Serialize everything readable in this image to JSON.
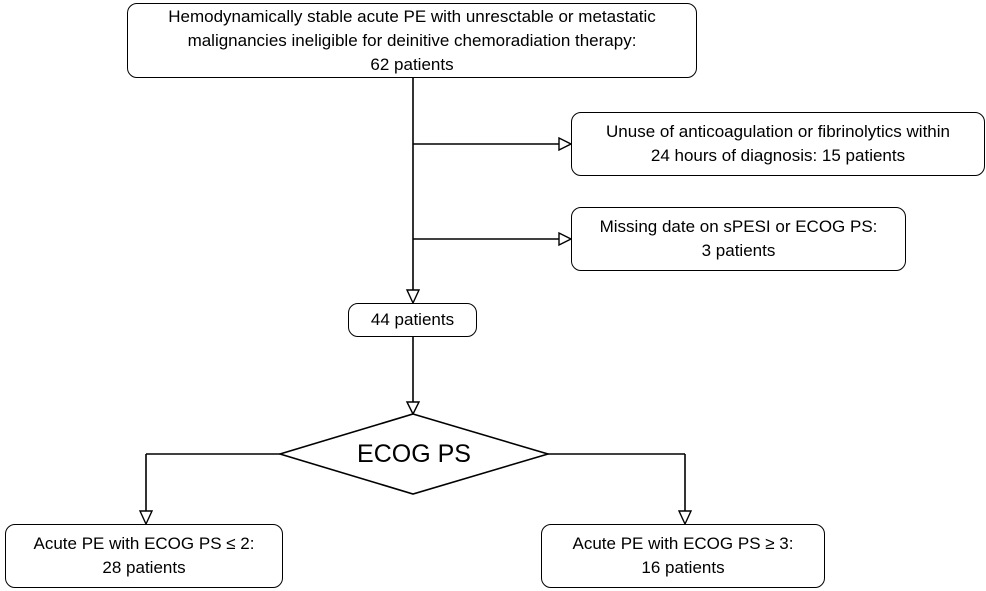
{
  "flowchart": {
    "start": {
      "lines": [
        "Hemodynamically stable acute PE with unresctable or metastatic",
        "malignancies ineligible for deinitive chemoradiation therapy:",
        "62 patients"
      ]
    },
    "exclusion_1": {
      "lines": [
        "Unuse of anticoagulation or fibrinolytics within",
        "24 hours of diagnosis: 15 patients"
      ]
    },
    "exclusion_2": {
      "lines": [
        "Missing date on sPESI or ECOG PS:",
        "3 patients"
      ]
    },
    "remaining": {
      "label": "44 patients"
    },
    "decision": {
      "label": "ECOG PS"
    },
    "group_low": {
      "lines": [
        "Acute PE with ECOG PS ≤ 2:",
        "28 patients"
      ]
    },
    "group_high": {
      "lines": [
        "Acute PE with ECOG PS ≥ 3:",
        "16 patients"
      ]
    }
  }
}
